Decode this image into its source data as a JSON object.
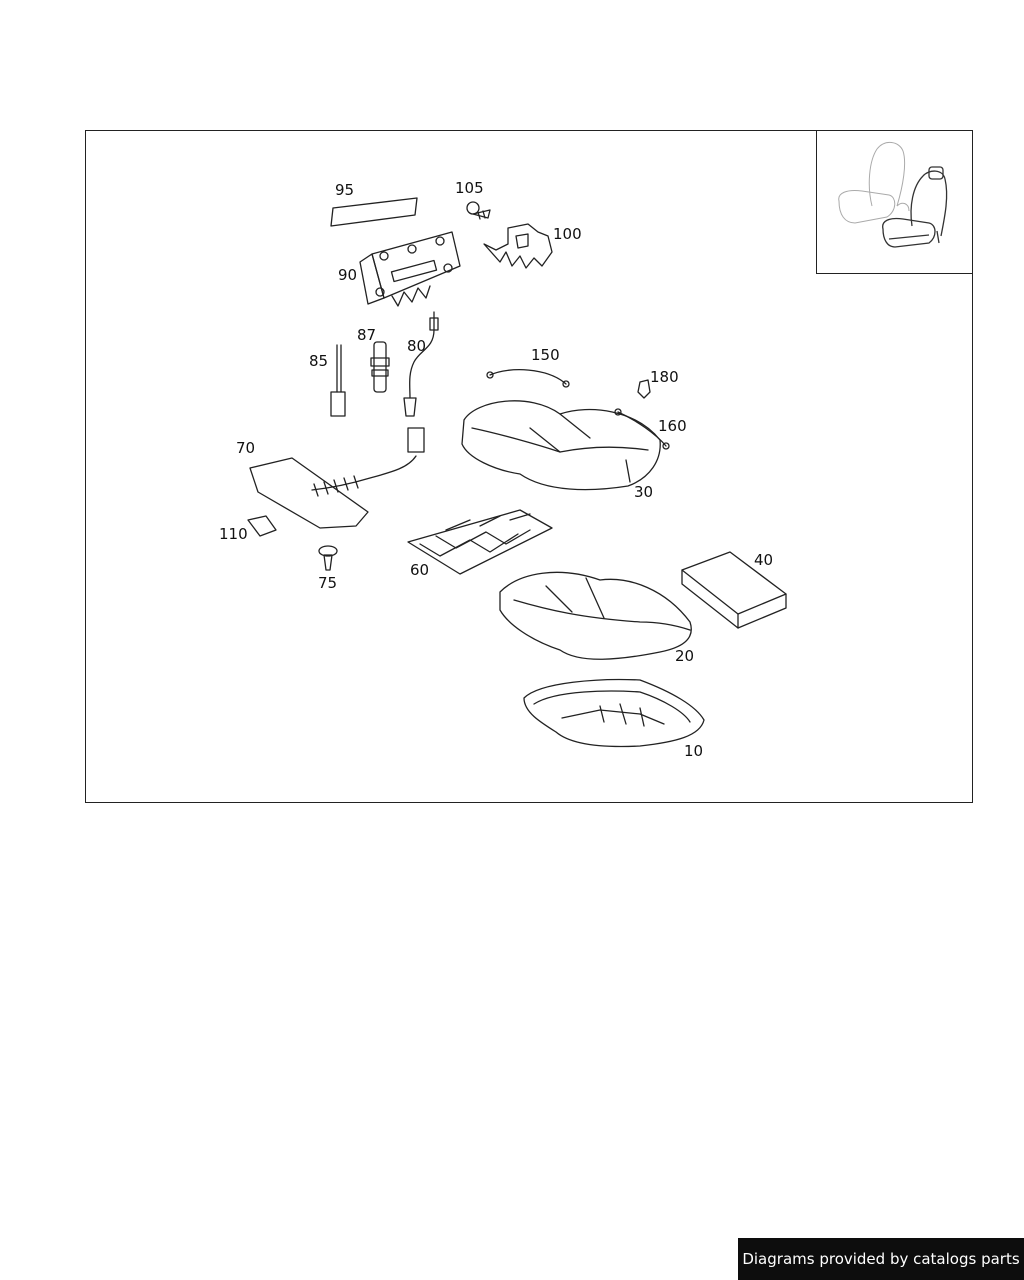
{
  "callouts": {
    "c95": "95",
    "c105": "105",
    "c100": "100",
    "c90": "90",
    "c87": "87",
    "c80": "80",
    "c85": "85",
    "c150": "150",
    "c180": "180",
    "c160": "160",
    "c70": "70",
    "c30": "30",
    "c110": "110",
    "c75": "75",
    "c60": "60",
    "c40": "40",
    "c20": "20",
    "c10": "10"
  },
  "footer": {
    "text": "Diagrams provided by catalogs parts"
  }
}
